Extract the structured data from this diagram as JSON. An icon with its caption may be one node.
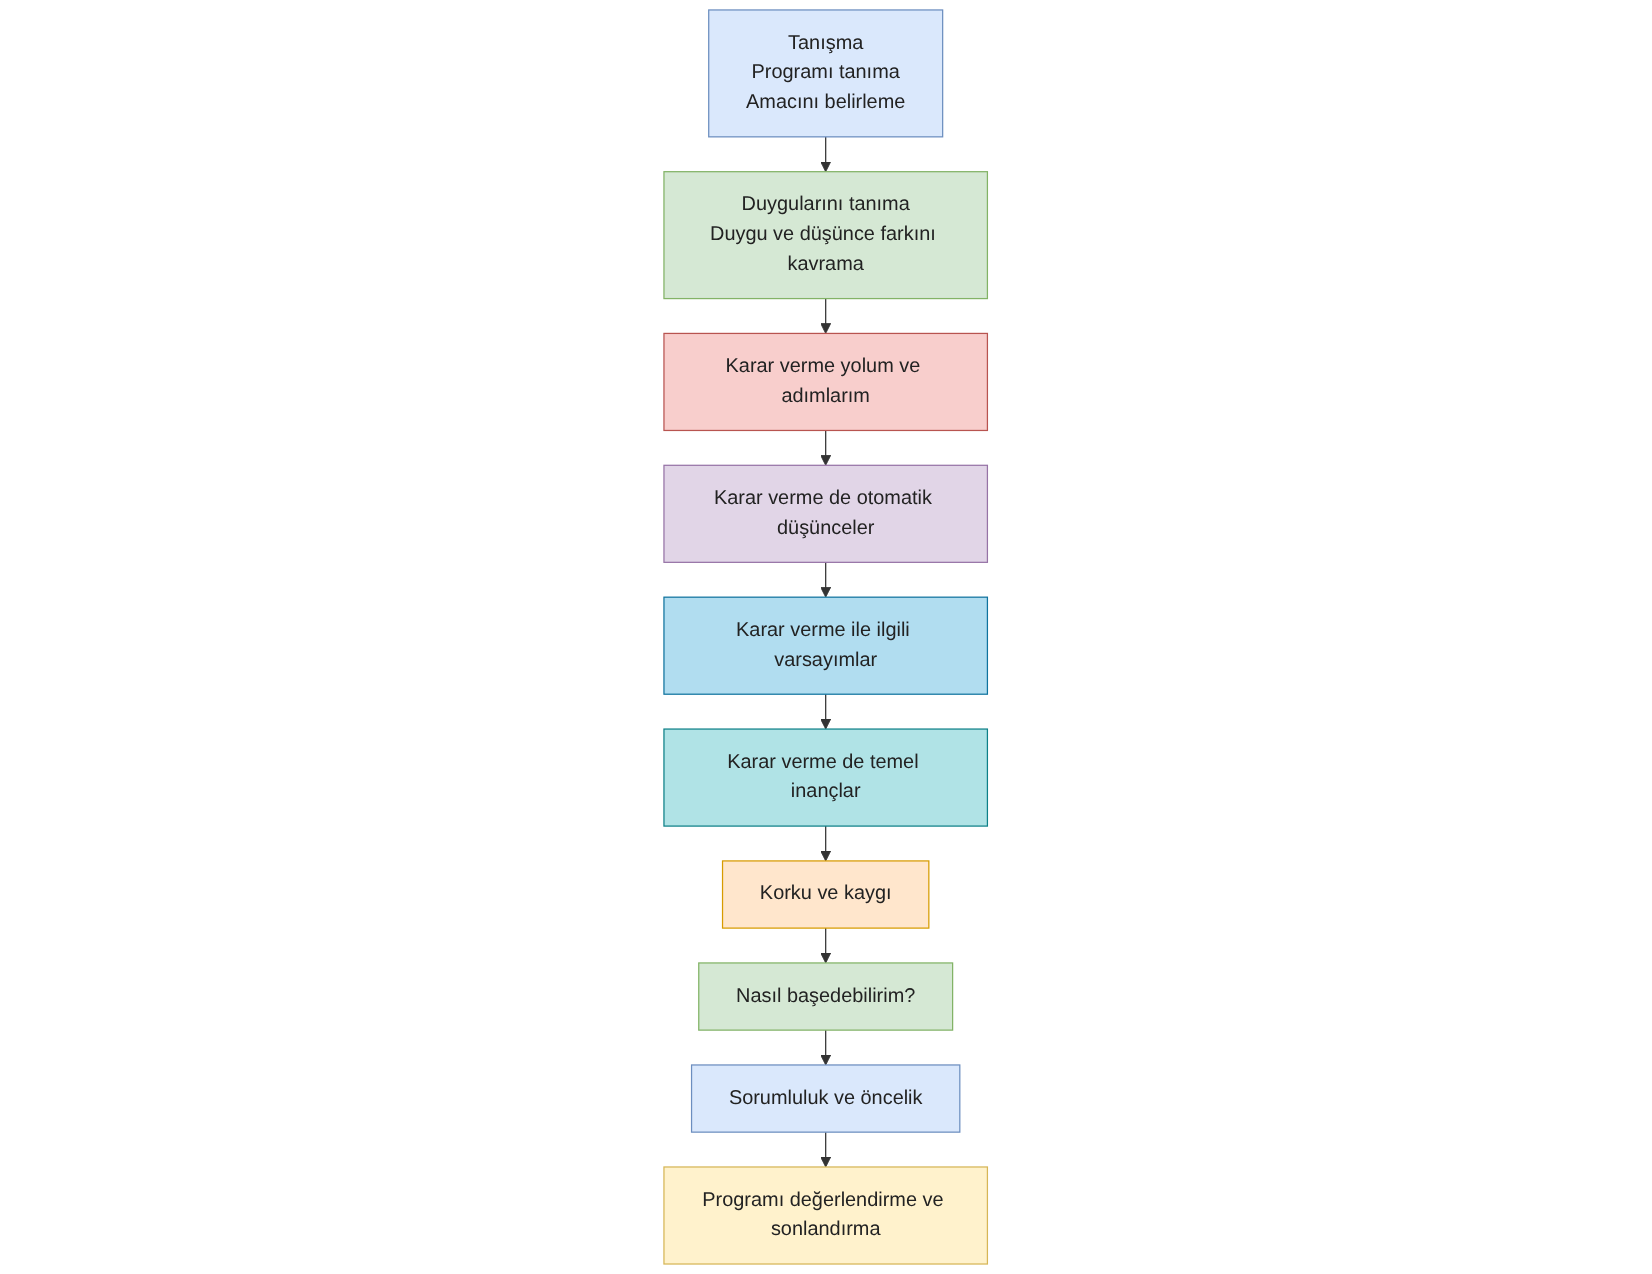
{
  "diagram": {
    "nodes": [
      {
        "text": [
          "Tanışma",
          "Programı tanıma",
          "Amacını belirleme"
        ]
      },
      {
        "text": [
          "Duygularını tanıma",
          "Duygu ve düşünce farkını kavrama"
        ]
      },
      {
        "text": [
          "Karar verme yolum ve adımlarım"
        ]
      },
      {
        "text": [
          "Karar verme de otomatik düşünceler"
        ]
      },
      {
        "text": [
          "Karar verme ile ilgili varsayımlar"
        ]
      },
      {
        "text": [
          "Karar verme de temel inançlar"
        ]
      },
      {
        "text": [
          "Korku ve kaygı"
        ]
      },
      {
        "text": [
          "Nasıl başedebilirim?"
        ]
      },
      {
        "text": [
          "Sorumluluk ve öncelik"
        ]
      },
      {
        "text": [
          "Programı değerlendirme ve sonlandırma"
        ]
      }
    ],
    "edges": [
      {
        "from": 0,
        "to": 1,
        "arrow": "to"
      },
      {
        "from": 1,
        "to": 2,
        "arrow": "to"
      },
      {
        "from": 2,
        "to": 3,
        "arrow": "to"
      },
      {
        "from": 3,
        "to": 4,
        "arrow": "to"
      },
      {
        "from": 4,
        "to": 5,
        "arrow": "to"
      },
      {
        "from": 5,
        "to": 6,
        "arrow": "to"
      },
      {
        "from": 6,
        "to": 7,
        "arrow": "to"
      },
      {
        "from": 7,
        "to": 8,
        "arrow": "to"
      },
      {
        "from": 8,
        "to": 9,
        "arrow": "to"
      }
    ]
  }
}
